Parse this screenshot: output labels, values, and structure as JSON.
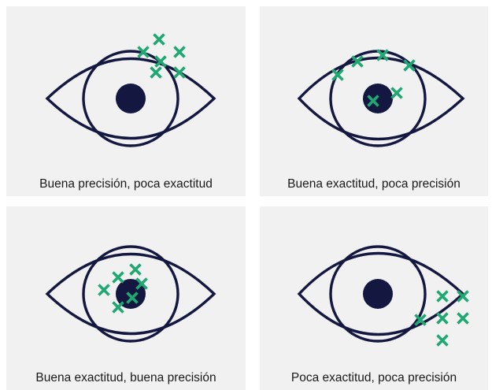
{
  "colors": {
    "eye_outline": "#141840",
    "pupil": "#141840",
    "marks": "#1fa872",
    "panel_background": "#f1f1f1",
    "caption_text": "#1a1a1a"
  },
  "icons": {
    "eye": "eye-icon",
    "pupil": "pupil-icon",
    "mark": "x-mark-icon"
  },
  "panels": [
    {
      "caption": "Buena precisión, poca exactitud"
    },
    {
      "caption": "Buena exactitud, poca precisión"
    },
    {
      "caption": "Buena exactitud, buena precisión"
    },
    {
      "caption": "Poca exactitud, poca precisión"
    }
  ]
}
